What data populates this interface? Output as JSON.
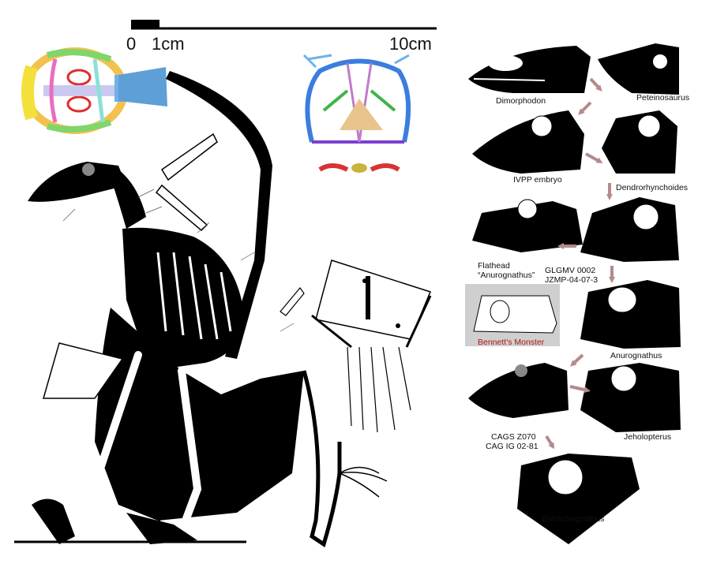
{
  "scale_bar": {
    "zero": "0",
    "one": "1cm",
    "ten": "10cm"
  },
  "skull_labels": {
    "dimorphodon": "Dimorphodon",
    "peteinosaurus": "Peteinosaurus",
    "ivpp_embryo": "IVPP embryo",
    "dendrorhynchoides": "Dendrorhynchoides",
    "flathead_1": "Flathead",
    "flathead_2": "“Anurognathus”",
    "glgmv_1": "GLGMV 0002",
    "glgmv_2": "JZMP-04-07-3",
    "bennetts_monster": "Bennett's Monster",
    "anurognathus": "Anurognathus",
    "cags_1": "CAGS Z070",
    "cags_2": "CAG IG 02-81",
    "jeholopterus": "Jeholopterus",
    "batrachognathus": "Batrachognathus"
  },
  "colors": {
    "arrow": "#b58a8a",
    "bennett_panel": "#cfcfcf",
    "bennett_label": "#b01818",
    "bone": "#000000"
  }
}
